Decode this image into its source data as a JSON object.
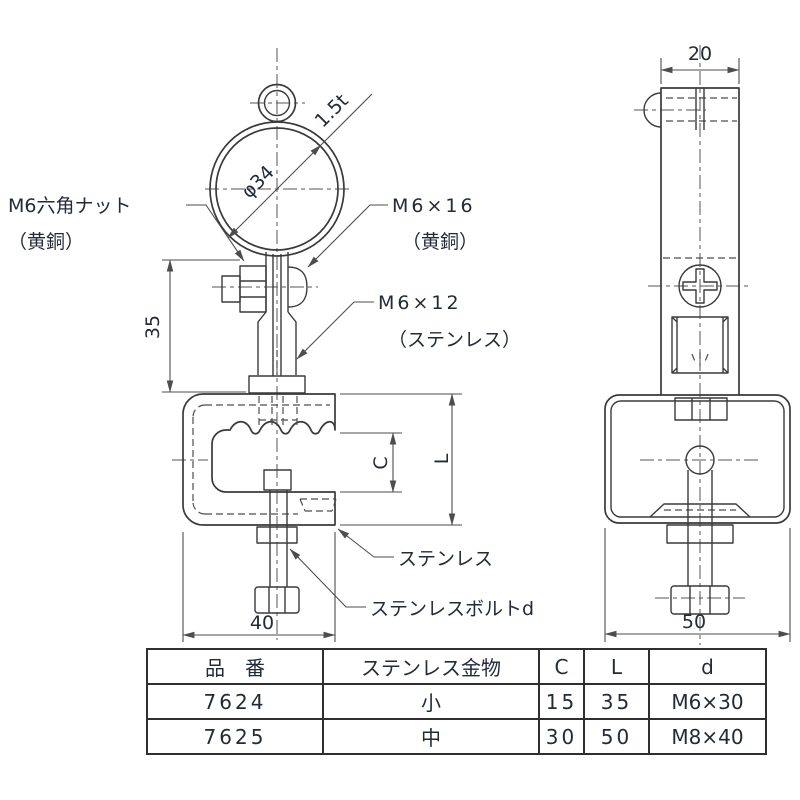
{
  "colors": {
    "line": "#3a3a3a",
    "text": "#232a38",
    "background": "#ffffff"
  },
  "drawing": {
    "labels": {
      "m6_hex_nut": "M6六角ナット",
      "brass_left": "（黄銅）",
      "m6x16": "M6×16",
      "brass_right": "（黄銅）",
      "m6x12": "M6×12",
      "stainless_paren": "（ステンレス）",
      "stainless": "ステンレス",
      "stainless_bolt_d": "ステンレスボルトd"
    },
    "dims": {
      "phi34": "φ34",
      "t15": "1.5t",
      "d35": "35",
      "d40": "40",
      "d20": "20",
      "d50": "50",
      "dC": "C",
      "dL": "L"
    }
  },
  "table": {
    "headers": [
      "品　番",
      "ステンレス金物",
      "C",
      "L",
      "d"
    ],
    "rows": [
      [
        "7624",
        "小",
        "15",
        "35",
        "M6×30"
      ],
      [
        "7625",
        "中",
        "30",
        "50",
        "M8×40"
      ]
    ]
  }
}
